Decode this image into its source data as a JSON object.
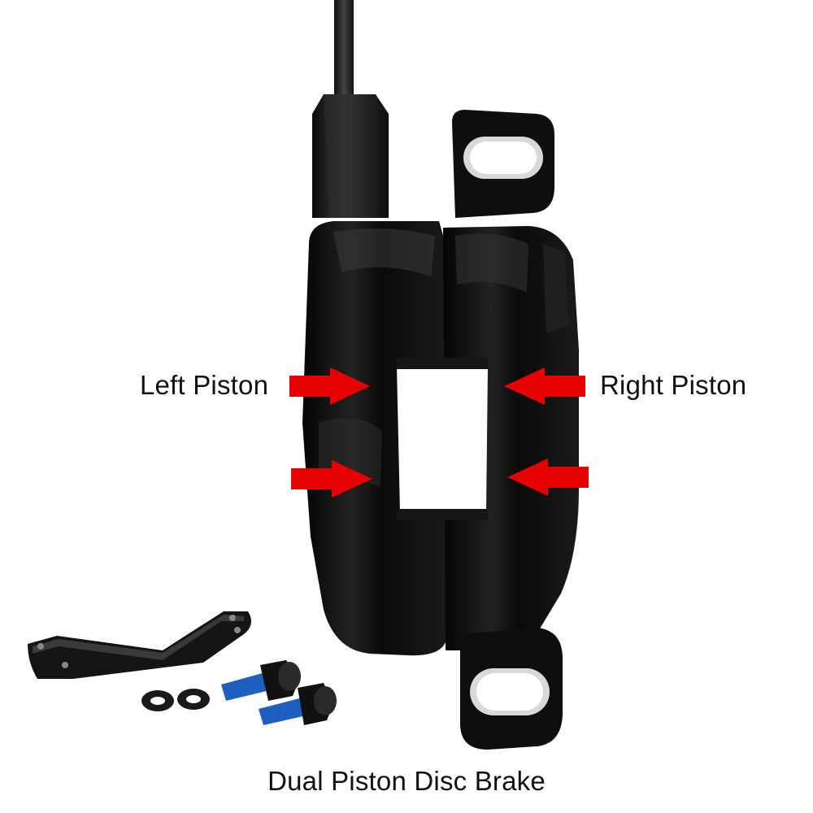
{
  "labels": {
    "left_piston": "Left Piston",
    "right_piston": "Right Piston",
    "caption": "Dual Piston Disc Brake"
  },
  "colors": {
    "background": "#ffffff",
    "caliper_body": "#0c0c0c",
    "highlight": "#3a3a3a",
    "arrow": "#e60000",
    "text": "#111111",
    "thread_lock": "#1f5fbf"
  },
  "icons": {
    "caliper": "disc-brake-caliper",
    "arrows": "arrow-right-pointer, arrow-left-pointer",
    "adapter": "mount-adapter-bracket",
    "hardware": "bolt, washer"
  }
}
